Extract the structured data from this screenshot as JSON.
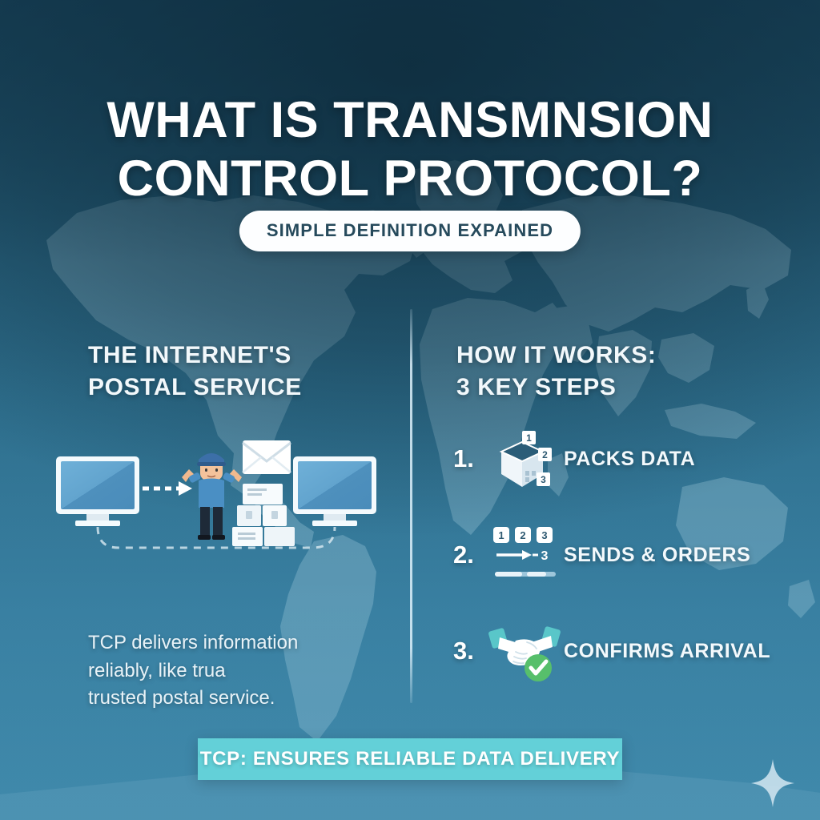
{
  "poster": {
    "headline_line1": "WHAT IS TRANSMNSION",
    "headline_line2": "CONTROL PROTOCOL?",
    "subtitle_pill": "SIMPLE DEFINITION EXPAINED",
    "banner_text": "TCP: ENSURES RELIABLE DATA DELIVERY"
  },
  "colors": {
    "background_top": "#1d4a63",
    "background_bottom": "#4189ab",
    "map_silhouette": "#b9dcea",
    "pill_background": "#fdfeff",
    "pill_text": "#264a5c",
    "banner_background": "#63d0d8",
    "banner_text": "#ffffff",
    "heading_text": "#f2f8fb",
    "check_green": "#57bf6b",
    "handshake_cuff": "#59c6c9",
    "monitor_screen": "#5ea3cf",
    "worker_shirt": "#4a8fc4",
    "worker_cap": "#3c6fa8"
  },
  "left_column": {
    "heading_line1": "THE INTERNET'S",
    "heading_line2": "POSTAL SERVICE",
    "body_line1": "TCP delivers information",
    "body_line2": "reliably, like trua",
    "body_line3": "trusted postal service.",
    "illustration": {
      "source_monitor": "monitor-icon",
      "destination_monitor": "monitor-icon",
      "courier": "postal-worker-icon",
      "envelope": "envelope-icon",
      "packages": "stacked-parcels-icon",
      "transfer_arrow": "dashed-arrow-icon",
      "return_path": "dashed-path-icon"
    }
  },
  "right_column": {
    "heading_line1": "HOW IT WORKS:",
    "heading_line2": "3 KEY STEPS",
    "steps": [
      {
        "number": "1.",
        "label": "PACKS DATA",
        "icon": "open-box-icon",
        "tags": [
          "1",
          "2",
          "3"
        ]
      },
      {
        "number": "2.",
        "label": "SENDS & ORDERS",
        "icon": "ordered-packets-arrow-icon",
        "tags": [
          "1",
          "2",
          "3"
        ],
        "arrow_tail_number": "3"
      },
      {
        "number": "3.",
        "label": "CONFIRMS ARRIVAL",
        "icon": "handshake-icon",
        "badge": "check-circle-icon"
      }
    ]
  },
  "decor": {
    "sparkle": "sparkle-icon",
    "divider": "vertical-divider"
  }
}
